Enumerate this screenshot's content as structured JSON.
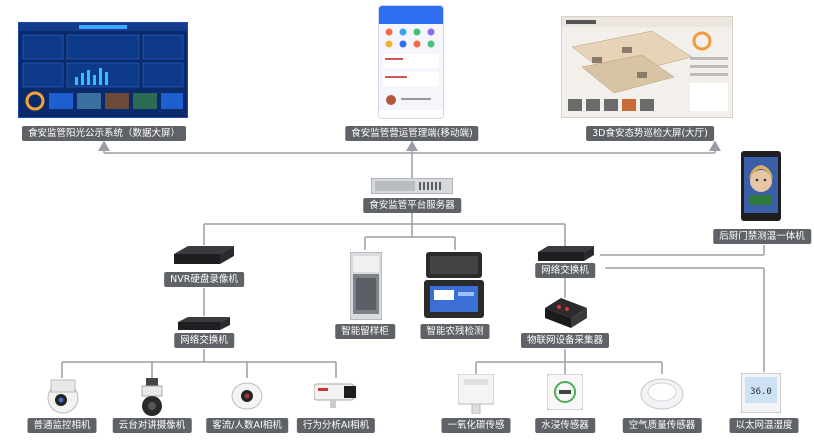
{
  "labels": {
    "dashboard_public": "食安监管阳光公示系统（数据大屏）",
    "mobile_ops": "食安监管营运管理端(移动端)",
    "hall_3d": "3D食安态势巡检大屏(大厅)",
    "platform_server": "食安监管平台服务器",
    "kitchen_door": "后厨门禁测温一体机",
    "nvr": "NVR硬盘录像机",
    "sample_cabinet": "智能留样柜",
    "pesticide_test": "智能农残检测",
    "network_switch_right": "网络交换机",
    "network_switch_left": "网络交换机",
    "iot_collector": "物联网设备采集器",
    "camera_normal": "普通监控相机",
    "camera_ptz": "云台对讲摄像机",
    "camera_ai_count": "客流/人数AI相机",
    "camera_ai_behavior": "行为分析AI相机",
    "sensor_co": "一氧化碳传感",
    "sensor_water": "水浸传感器",
    "sensor_air": "空气质量传感器",
    "ethernet_thermo": "以太网温湿度"
  },
  "colors": {
    "label_bg": "#5f6266",
    "line": "#9a9ea4",
    "screen_dark": "#0b2a6b",
    "mobile_blue": "#2f6df3",
    "device_black": "#2b2b2d"
  },
  "thermo_display": "36.0"
}
